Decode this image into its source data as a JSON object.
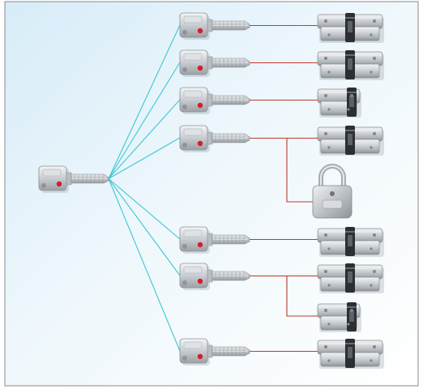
{
  "diagram": {
    "colors": {
      "background_top": "#dceef8",
      "background_bottom": "#ffffff",
      "frame": "#8a8a8a",
      "master_links": "#3cc8d2",
      "cylinder_links": "#c0392b",
      "key_metal": "#c9cdd1",
      "key_dot": "#d0202a",
      "cylinder_metal": "#b8bcc0"
    },
    "master_key": {
      "id": "master",
      "icon": "key-icon"
    },
    "keys": [
      {
        "id": "key-1",
        "icon": "key-icon"
      },
      {
        "id": "key-2",
        "icon": "key-icon"
      },
      {
        "id": "key-3",
        "icon": "key-icon"
      },
      {
        "id": "key-4",
        "icon": "key-icon"
      },
      {
        "id": "key-5",
        "icon": "key-icon"
      },
      {
        "id": "key-6",
        "icon": "key-icon"
      },
      {
        "id": "key-7",
        "icon": "key-icon"
      }
    ],
    "locks": [
      {
        "id": "lock-1",
        "type": "double-cylinder",
        "key": "key-1"
      },
      {
        "id": "lock-2",
        "type": "double-cylinder",
        "key": "key-2"
      },
      {
        "id": "lock-3",
        "type": "half-cylinder",
        "key": "key-3"
      },
      {
        "id": "lock-4",
        "type": "double-cylinder",
        "key": "key-4"
      },
      {
        "id": "lock-5",
        "type": "padlock",
        "key": "key-4"
      },
      {
        "id": "lock-6",
        "type": "double-cylinder",
        "key": "key-5"
      },
      {
        "id": "lock-7",
        "type": "double-cylinder",
        "key": "key-6"
      },
      {
        "id": "lock-8",
        "type": "half-cylinder",
        "key": "key-6"
      },
      {
        "id": "lock-9",
        "type": "double-cylinder",
        "key": "key-7"
      }
    ]
  }
}
